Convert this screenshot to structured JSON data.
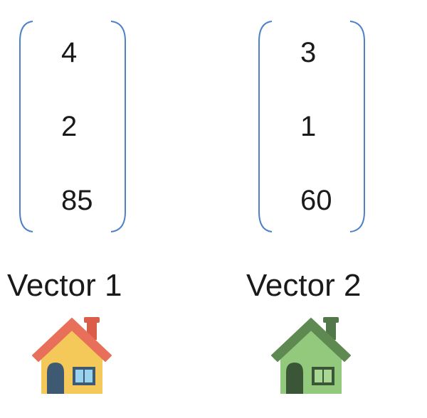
{
  "vectors": [
    {
      "label": "Vector 1",
      "values": [
        "4",
        "2",
        "85"
      ],
      "house_icon": "house-icon",
      "colors": {
        "roof": "#e8705a",
        "chimney": "#d95d48",
        "wall": "#f5c85a",
        "door": "#3e5a72",
        "window_frame": "#3e5a72",
        "window_glass": "#9ad3ef"
      }
    },
    {
      "label": "Vector 2",
      "values": [
        "3",
        "1",
        "60"
      ],
      "house_icon": "house-icon",
      "colors": {
        "roof": "#5e8a52",
        "chimney": "#52784a",
        "wall": "#93c97c",
        "door": "#3b5636",
        "window_frame": "#3b5636",
        "window_glass": "#a9d794"
      }
    }
  ],
  "bracket_color": "#4f81c7"
}
